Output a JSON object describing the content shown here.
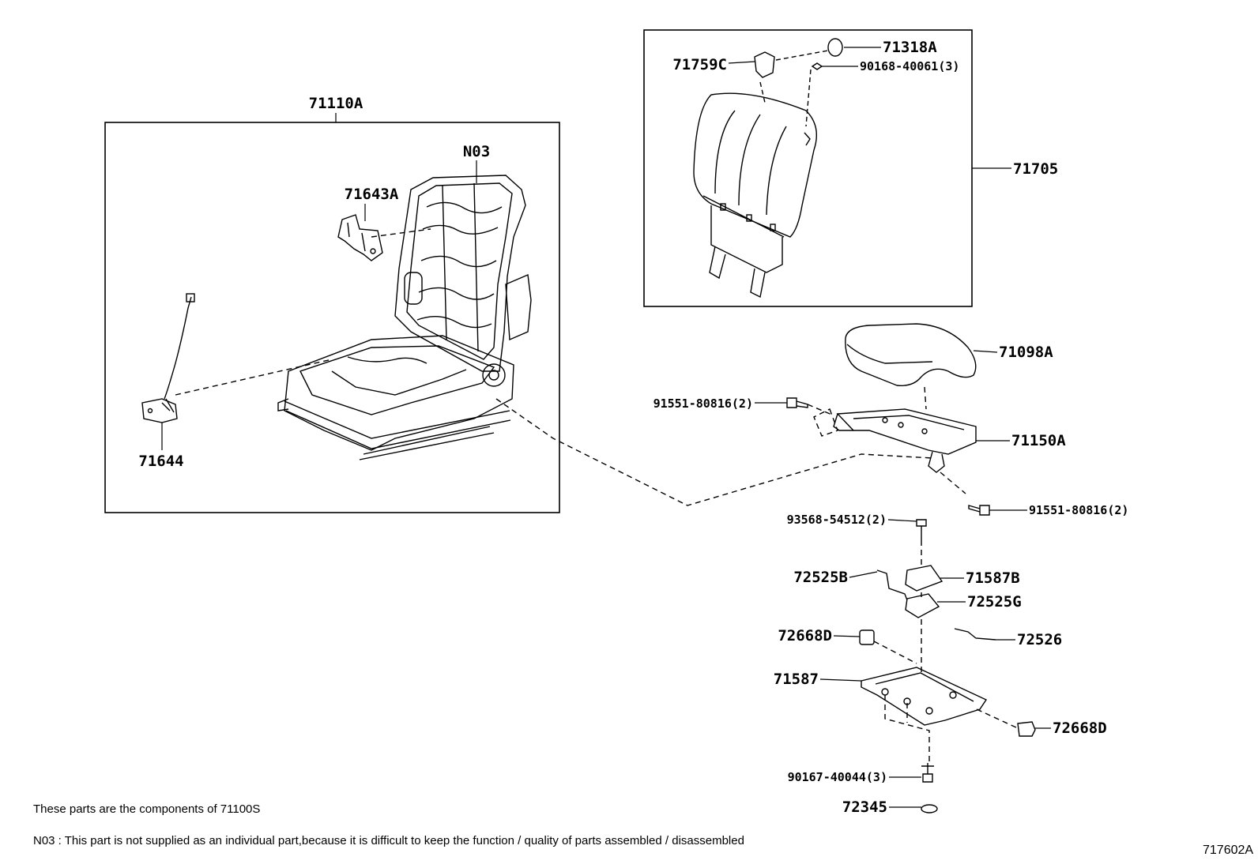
{
  "labels": {
    "p71110A": "71110A",
    "p71643A": "71643A",
    "pN03": "N03",
    "p71644": "71644",
    "p71318A": "71318A",
    "p71759C": "71759C",
    "p90168": "90168-40061(3)",
    "p71705": "71705",
    "p71098A": "71098A",
    "p91551a": "91551-80816(2)",
    "p71150A": "71150A",
    "p91551b": "91551-80816(2)",
    "p93568": "93568-54512(2)",
    "p72525B": "72525B",
    "p71587B": "71587B",
    "p72525G": "72525G",
    "p72668Da": "72668D",
    "p72526": "72526",
    "p71587": "71587",
    "p72668Db": "72668D",
    "p90167": "90167-40044(3)",
    "p72345": "72345"
  },
  "notes": {
    "components": "These parts are the components of 71100S",
    "n03": "N03 : This part is not supplied as an individual part,because it is difficult to keep the function / quality of parts assembled / disassembled"
  },
  "figure_id": "717602A"
}
